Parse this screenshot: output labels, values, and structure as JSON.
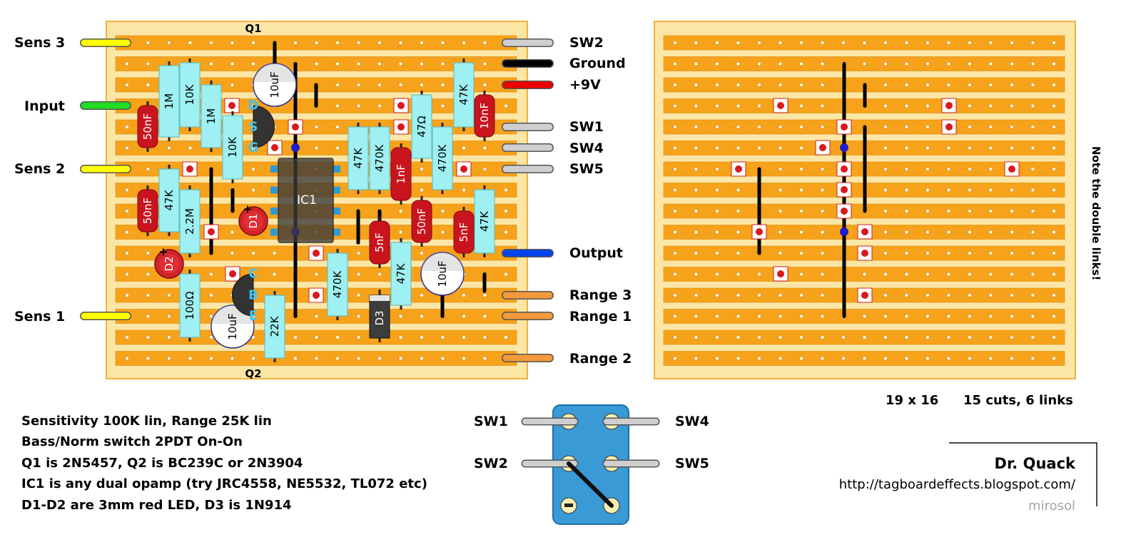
{
  "labels": {
    "sens3": "Sens 3",
    "input": "Input",
    "sens2": "Sens 2",
    "sens1": "Sens 1",
    "sw2": "SW2",
    "ground": "Ground",
    "plus9v": "+9V",
    "sw1": "SW1",
    "sw4": "SW4",
    "sw5": "SW5",
    "output": "Output",
    "range3": "Range 3",
    "range1": "Range 1",
    "range2": "Range 2"
  },
  "components": {
    "q1": "Q1",
    "q2": "Q2",
    "ic1": "IC1",
    "d1": "D1",
    "d2": "D2",
    "d3": "D3",
    "jfet_pins": [
      "D",
      "S",
      "G"
    ],
    "bjt_pins": [
      "C",
      "B",
      "E"
    ],
    "r_1m_a": "1M",
    "r_10k_a": "10K",
    "r_1m_b": "1M",
    "r_10k_b": "10K",
    "r_47k_a": "47K",
    "r_22m": "2.2M",
    "r_100": "100Ω",
    "r_22k": "22K",
    "r_470k_a": "470K",
    "r_47k_b": "47K",
    "r_470k_b": "470K",
    "r_47": "47Ω",
    "r_470k_c": "470K",
    "r_47k_c": "47K",
    "r_47k_d": "47K",
    "r_47k_e": "47K",
    "c_50nf_a": "50nF",
    "c_50nf_b": "50nF",
    "c_1nf": "1nF",
    "c_5nf_a": "5nF",
    "c_50nf_c": "50nF",
    "c_5nf_b": "5nF",
    "c_10nf": "10nF",
    "e_10uf_a": "10uF",
    "e_10uf_b": "10uF",
    "e_10uf_c": "10uF"
  },
  "switch_labels": {
    "sw1": "SW1",
    "sw4": "SW4",
    "sw2": "SW2",
    "sw5": "SW5"
  },
  "stats": {
    "size": "19 x 16",
    "cuts_links": "15 cuts, 6 links"
  },
  "side_note": "Note the double links!",
  "notes": [
    "Sensitivity 100K lin, Range 25K lin",
    "Bass/Norm switch 2PDT On-On",
    "Q1 is 2N5457, Q2 is BC239C or 2N3904",
    "IC1 is any dual opamp (try JRC4558, NE5532, TL072 etc)",
    "D1-D2 are 3mm red LED, D3 is 1N914"
  ],
  "credits": {
    "author": "Dr. Quack",
    "url": "http://tagboardeffects.blogspot.com/",
    "handle": "mirosol"
  },
  "colors": {
    "board": "#fbe6a6",
    "strip": "#f7a21b",
    "resistor": "#9ef0f2",
    "capacitor": "#c9141d",
    "cut": "#d71920",
    "wire": "#111111",
    "switch_body": "#3a9ad6"
  }
}
